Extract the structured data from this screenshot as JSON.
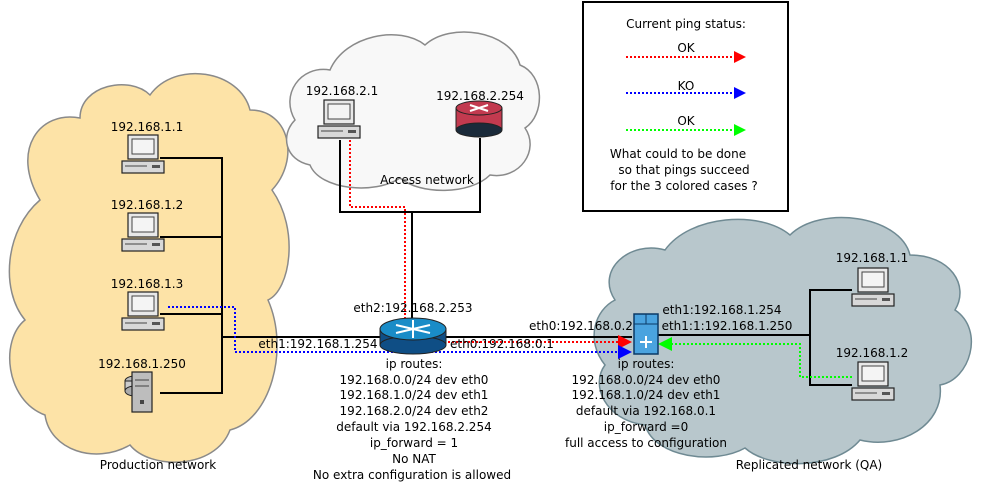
{
  "colors": {
    "ok_red": "#ff0000",
    "ko_blue": "#0000ff",
    "ok_green": "#00ff00",
    "production_cloud": "#fde3a7",
    "access_cloud": "#f8f8f8",
    "replicated_cloud": "#b8c7cc",
    "router_blue": "#1a8cc7",
    "router_red": "#c23a4f",
    "firewall_blue": "#4aa3df"
  },
  "legend": {
    "title": "Current ping status:",
    "items": [
      {
        "label": "OK",
        "color": "#ff0000"
      },
      {
        "label": "KO",
        "color": "#0000ff"
      },
      {
        "label": "OK",
        "color": "#00ff00"
      }
    ],
    "question_line1": "What could to be done",
    "question_line2": "so that pings succeed",
    "question_line3": "for the 3 colored cases ?"
  },
  "networks": {
    "production": {
      "name": "Production network",
      "hosts": [
        "192.168.1.1",
        "192.168.1.2",
        "192.168.1.3",
        "192.168.1.250"
      ]
    },
    "access": {
      "name": "Access network",
      "host": "192.168.2.1",
      "gateway": "192.168.2.254"
    },
    "replicated": {
      "name": "Replicated network (QA)",
      "hosts": [
        "192.168.1.1",
        "192.168.1.2"
      ]
    }
  },
  "router": {
    "eth2": "eth2:192.168.2.253",
    "eth1": "eth1:192.168.1.254",
    "eth0": "eth0:192.168.0.1",
    "routes": [
      "ip routes:",
      "192.168.0.0/24 dev eth0",
      "192.168.1.0/24 dev eth1",
      "192.168.2.0/24 dev eth2",
      "default via 192.168.2.254",
      "ip_forward = 1",
      "No NAT",
      "No extra configuration is allowed"
    ]
  },
  "firewall": {
    "eth0": "eth0:192.168.0.2",
    "eth1": "eth1:192.168.1.254",
    "eth1_1": "eth1:1:192.168.1.250",
    "routes": [
      "ip routes:",
      "192.168.0.0/24 dev eth0",
      "192.168.1.0/24 dev eth1",
      "default via 192.168.0.1",
      "ip_forward =0",
      "full access to configuration"
    ]
  }
}
